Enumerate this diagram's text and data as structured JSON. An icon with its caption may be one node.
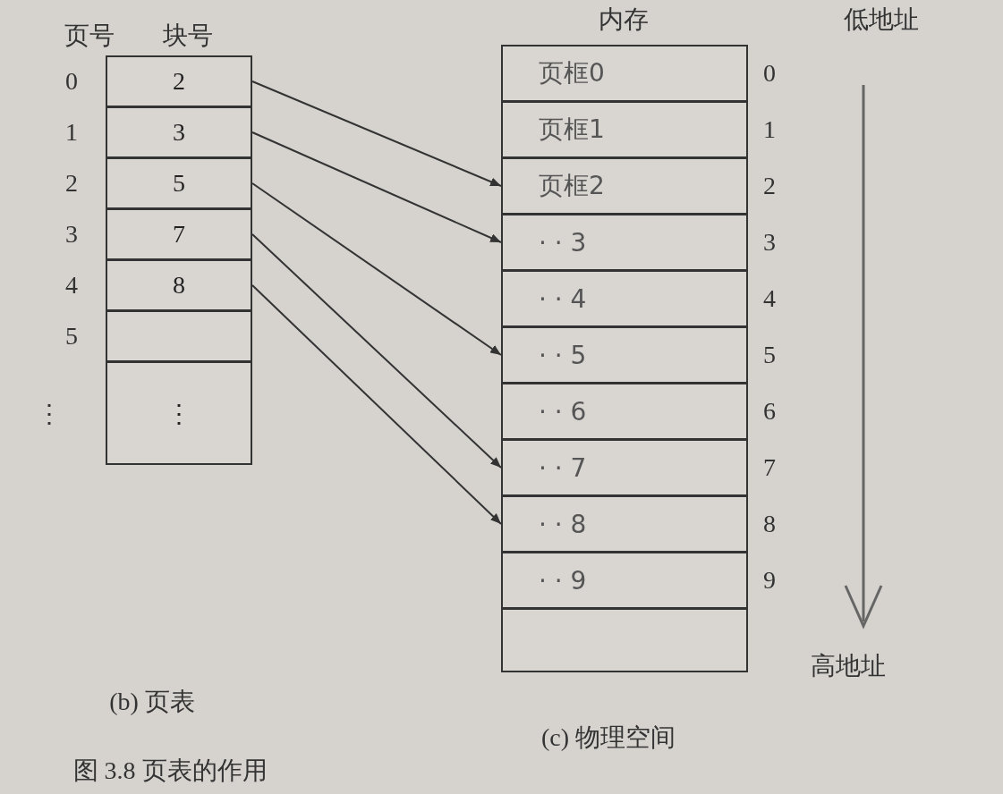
{
  "diagram": {
    "caption": "图 3.8 页表的作用",
    "nodes": [
      {
        "text": [
          "2"
        ]
      },
      {
        "text": [
          "3"
        ]
      },
      {
        "text": [
          "5"
        ]
      },
      {
        "text": [
          "7"
        ]
      },
      {
        "text": [
          "8"
        ]
      },
      {
        "text": [],
        "shape": "box"
      },
      {
        "text": [
          "⋮"
        ]
      },
      {
        "text": [
          "页框0"
        ]
      },
      {
        "text": [
          "页框1"
        ]
      },
      {
        "text": [
          "页框2"
        ]
      },
      {
        "text": [
          "· · 3"
        ]
      },
      {
        "text": [
          "· · 4"
        ]
      },
      {
        "text": [
          "· · 5"
        ]
      },
      {
        "text": [
          "· · 6"
        ]
      },
      {
        "text": [
          "· · 7"
        ]
      },
      {
        "text": [
          "· · 8"
        ]
      },
      {
        "text": [
          "· · 9"
        ]
      },
      {
        "text": [],
        "shape": "box"
      }
    ],
    "edges": [
      {
        "from": 0,
        "to": 9,
        "arrow": "to"
      },
      {
        "from": 1,
        "to": 10,
        "arrow": "to"
      },
      {
        "from": 2,
        "to": 12,
        "arrow": "to"
      },
      {
        "from": 3,
        "to": 14,
        "arrow": "to"
      },
      {
        "from": 4,
        "to": 15,
        "arrow": "to"
      }
    ],
    "labels": [
      "页号",
      "块号",
      "内存",
      "低地址",
      "0",
      "1",
      "2",
      "3",
      "4",
      "5",
      "⋮",
      "0",
      "1",
      "2",
      "3",
      "4",
      "5",
      "6",
      "7",
      "8",
      "9",
      "高地址",
      "(b) 页表",
      "(c) 物理空间"
    ]
  }
}
